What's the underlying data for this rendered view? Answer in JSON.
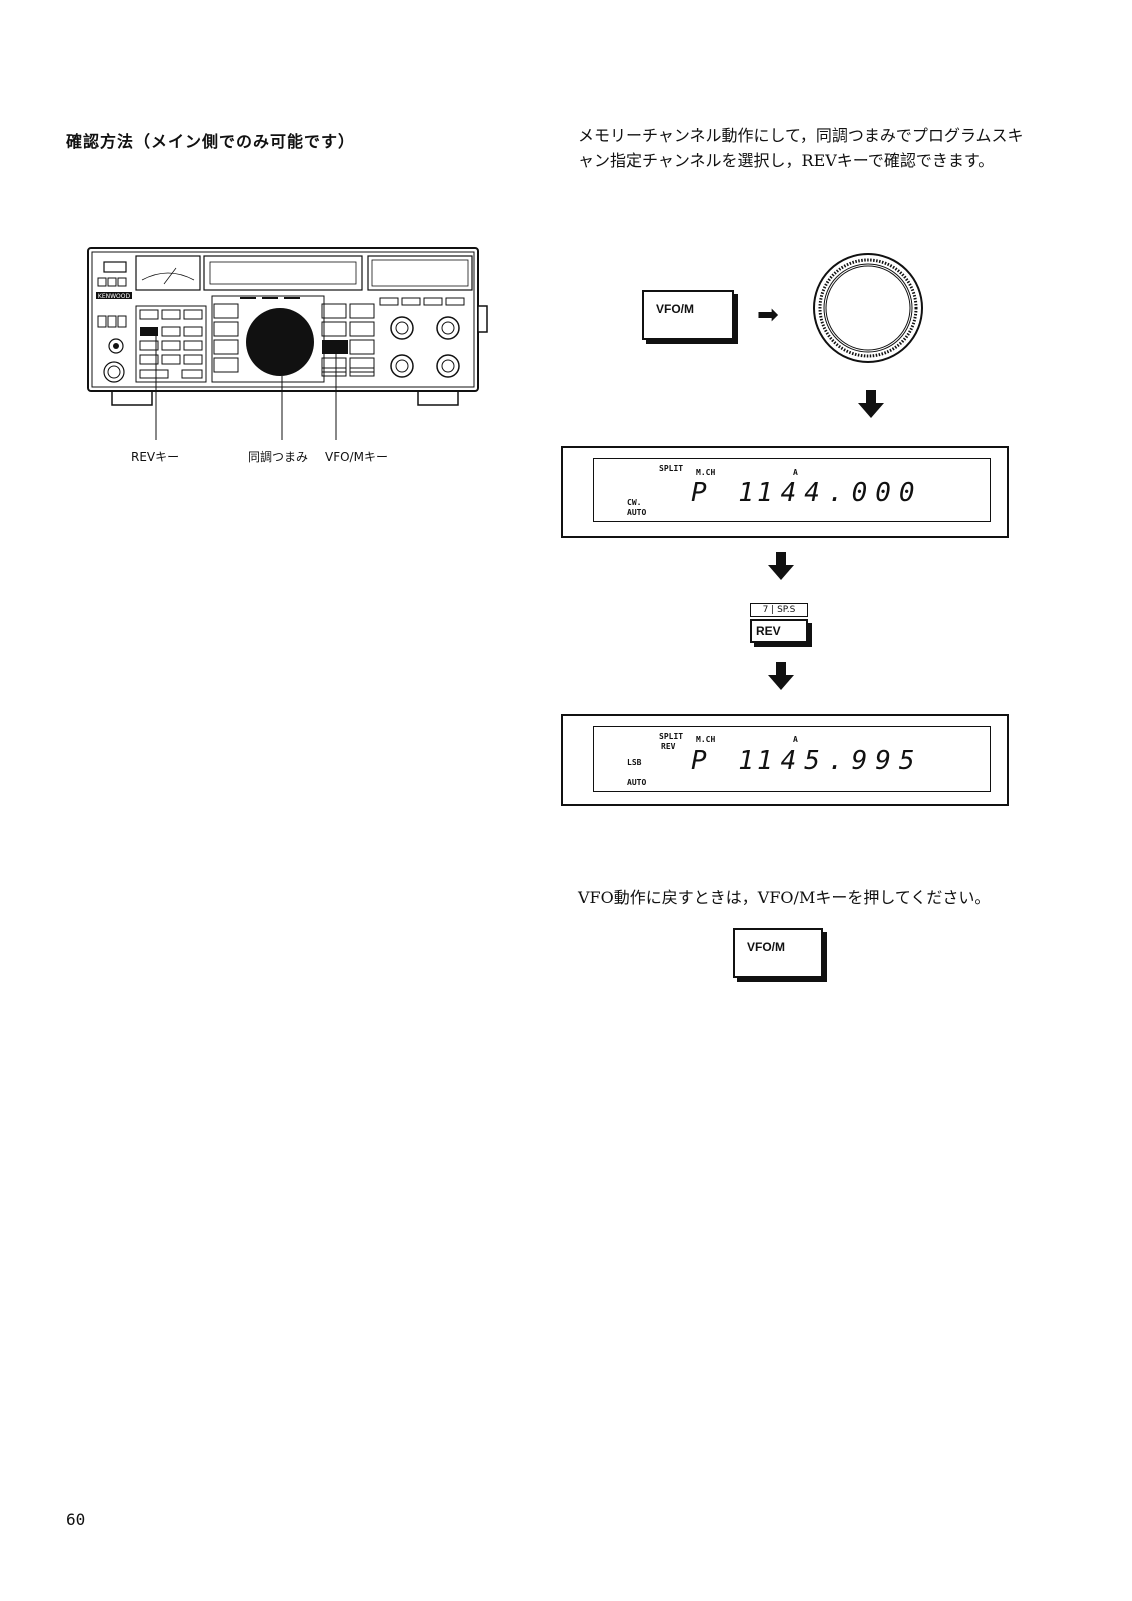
{
  "heading": "確認方法（メイン側でのみ可能です）",
  "intro": "メモリーチャンネル動作にして，同調つまみでプログラムスキャン指定チャンネルを選択し，REVキーで確認できます。",
  "radio_illustration": {
    "brand": "KENWOOD",
    "callouts": {
      "rev_key": "REVキー",
      "tuning_knob": "同調つまみ",
      "vfo_m_key": "VFO/Mキー"
    }
  },
  "step1": {
    "key_label": "VFO/M",
    "arrow": "➡"
  },
  "display1": {
    "split": "SPLIT",
    "mch": "M.CH",
    "a": "A",
    "mode": "CW.",
    "auto": "AUTO",
    "channel": "P 1",
    "frequency": "144.000"
  },
  "rev_key": {
    "top_label": "7 | SP.S",
    "label": "REV"
  },
  "display2": {
    "split": "SPLIT",
    "rev": "REV",
    "mch": "M.CH",
    "a": "A",
    "mode": "LSB",
    "auto": "AUTO",
    "channel": "P 1",
    "frequency": "145.995"
  },
  "note": "VFO動作に戻すときは，VFO/Mキーを押してください。",
  "final_key_label": "VFO/M",
  "page_number": "60"
}
